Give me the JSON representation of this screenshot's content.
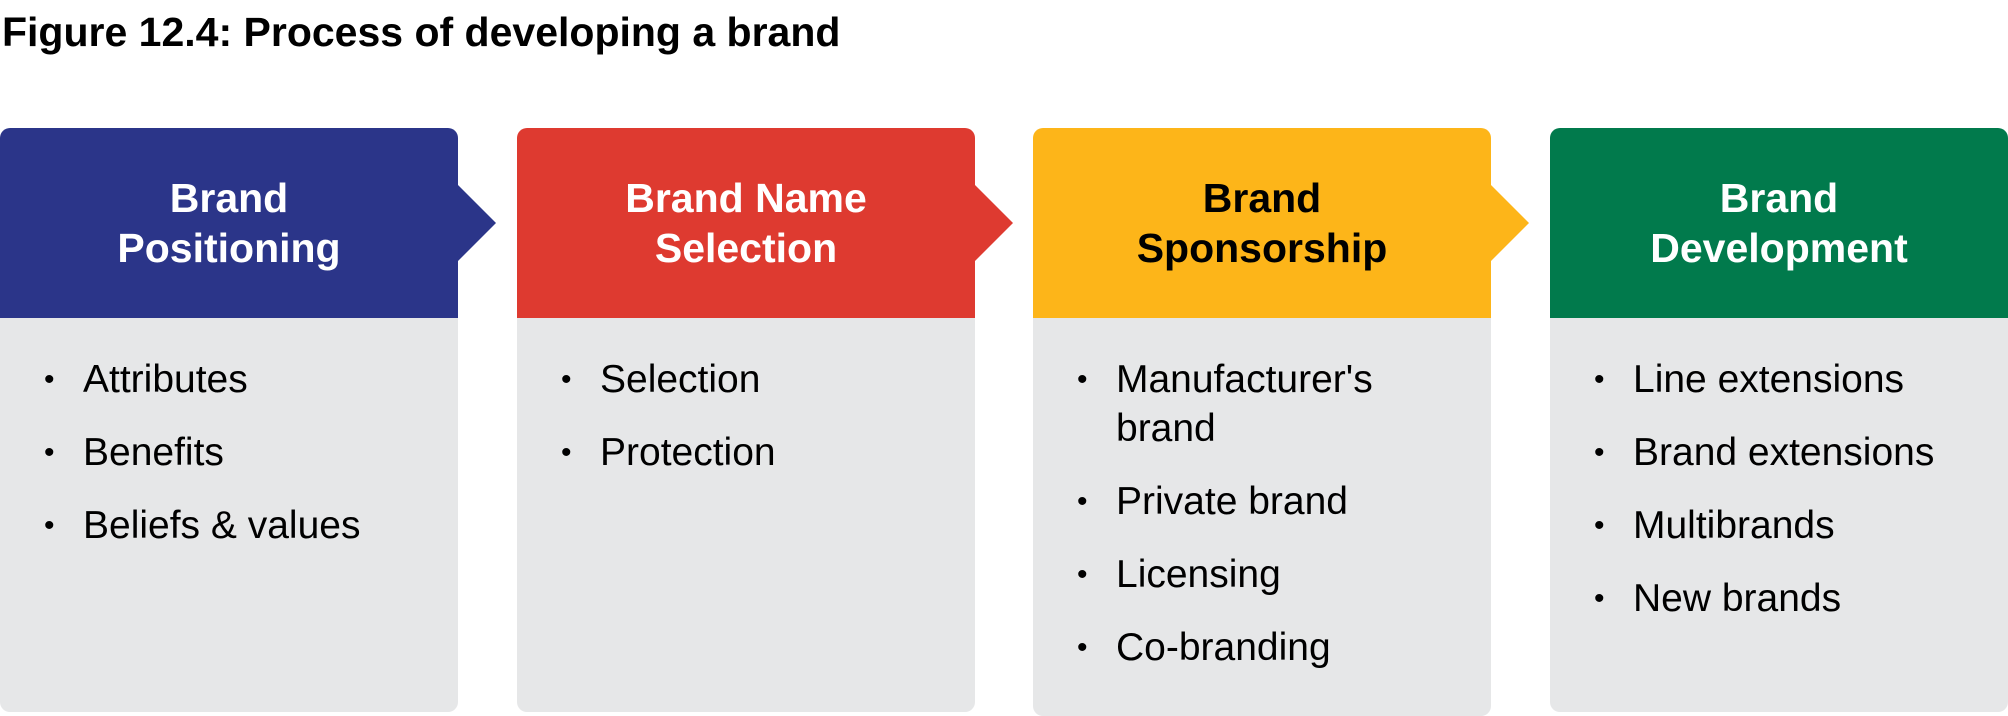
{
  "figure_title": "Figure 12.4: Process of developing a brand",
  "colors": {
    "step1": "#2b3589",
    "step2": "#de3a30",
    "step3": "#fdb519",
    "step4": "#017a4c",
    "body_background": "#e6e7e8",
    "title_light": "#ffffff",
    "title_dark": "#000000"
  },
  "bullet_glyph": "•",
  "steps": [
    {
      "title": "Brand\nPositioning",
      "items": [
        "Attributes",
        "Benefits",
        "Beliefs & values"
      ]
    },
    {
      "title": "Brand Name\nSelection",
      "items": [
        "Selection",
        "Protection"
      ]
    },
    {
      "title": "Brand\nSponsorship",
      "items": [
        "Manufacturer's brand",
        "Private brand",
        "Licensing",
        "Co-branding"
      ]
    },
    {
      "title": "Brand\nDevelopment",
      "items": [
        "Line extensions",
        "Brand extensions",
        "Multibrands",
        "New brands"
      ]
    }
  ]
}
